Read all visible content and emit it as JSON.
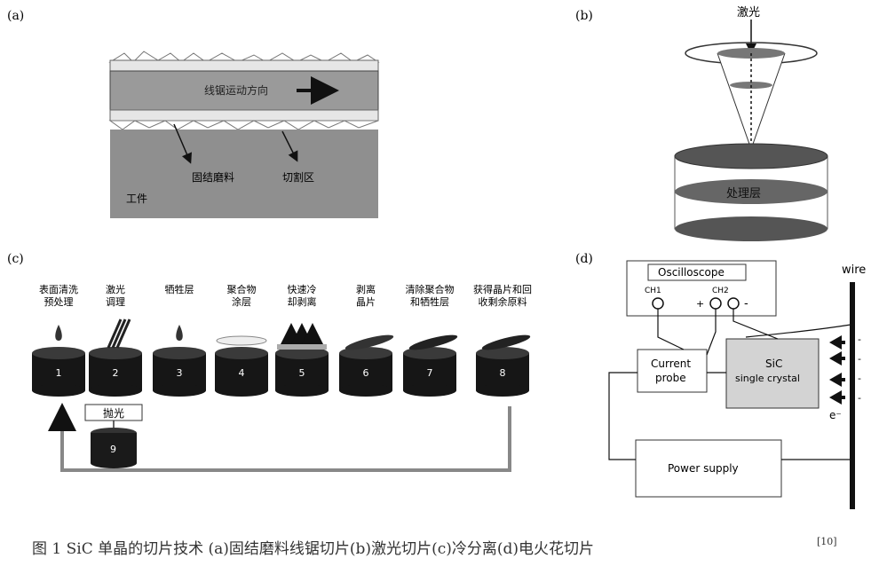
{
  "panel_a": {
    "label": "(a)",
    "wire_direction": "线锯运动方向",
    "abrasive": "固结磨料",
    "cut_zone": "切割区",
    "workpiece": "工件"
  },
  "panel_b": {
    "label": "(b)",
    "laser": "激光",
    "processed_layer": "处理层"
  },
  "panel_c": {
    "label": "(c)",
    "steps": [
      {
        "num": "1",
        "line1": "表面清洗",
        "line2": "预处理"
      },
      {
        "num": "2",
        "line1": "激光",
        "line2": "调理"
      },
      {
        "num": "3",
        "line1": "牺牲层",
        "line2": ""
      },
      {
        "num": "4",
        "line1": "聚合物",
        "line2": "涂层"
      },
      {
        "num": "5",
        "line1": "快速冷",
        "line2": "却剥离"
      },
      {
        "num": "6",
        "line1": "剥离",
        "line2": "晶片"
      },
      {
        "num": "7",
        "line1": "清除聚合物",
        "line2": "和牺牲层"
      },
      {
        "num": "8",
        "line1": "获得晶片和回",
        "line2": "收剩余原料"
      }
    ],
    "polish_label": "抛光",
    "step9": "9"
  },
  "panel_d": {
    "label": "(d)",
    "oscilloscope": "Oscilloscope",
    "ch1": "CH1",
    "ch2": "CH2",
    "plus": "+",
    "minus": "-",
    "wire": "wire",
    "current_probe_1": "Current",
    "current_probe_2": "probe",
    "sic_1": "SiC",
    "sic_2": "single crystal",
    "power_supply": "Power supply",
    "electron": "e⁻",
    "minus_marks": [
      "-",
      "-",
      "-",
      "-"
    ]
  },
  "caption": {
    "text": "图 1   SiC 单晶的切片技术 (a)固结磨料线锯切片(b)激光切片(c)冷分离(d)电火花切片",
    "ref": "[10]"
  }
}
